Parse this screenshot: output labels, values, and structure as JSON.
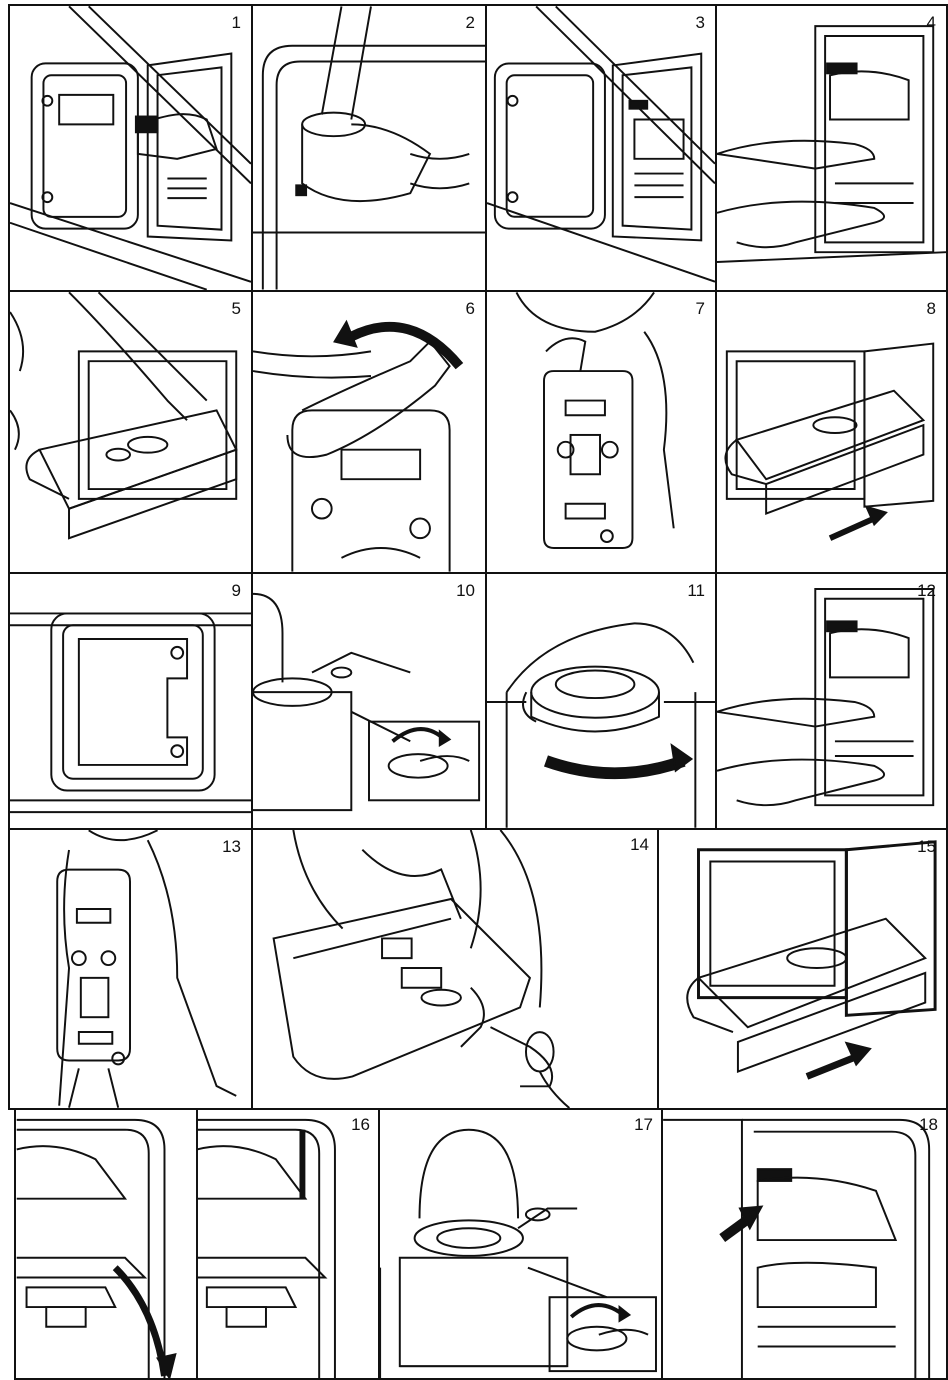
{
  "steps": [
    "1",
    "2",
    "3",
    "4",
    "5",
    "6",
    "7",
    "8",
    "9",
    "10",
    "11",
    "12",
    "13",
    "14",
    "15",
    "16",
    "17",
    "18"
  ],
  "colors": {
    "line": "#111111",
    "paper": "#ffffff",
    "tab": "#111111"
  },
  "icons": {
    "p1": "door-open-hand-icon",
    "p2": "hose-filling-tank-icon",
    "p3": "door-open-icon",
    "p4": "hands-pulling-cassette-icon",
    "p5": "lifting-cassette-icon",
    "p6": "pouring-bottle-icon",
    "p7": "carrying-cassette-icon",
    "p8": "insert-cassette-icon",
    "p9": "closed-door-icon",
    "p10": "toilet-valve-rotate-icon",
    "p11": "rotate-cap-icon",
    "p12": "hands-pulling-cassette-icon",
    "p13": "carrying-cassette-icon",
    "p14": "rinse-cassette-icon",
    "p15": "insert-cassette-icon",
    "p16": "latch-release-icon",
    "p17": "toilet-valve-rotate-icon",
    "p18": "lock-lever-icon"
  }
}
